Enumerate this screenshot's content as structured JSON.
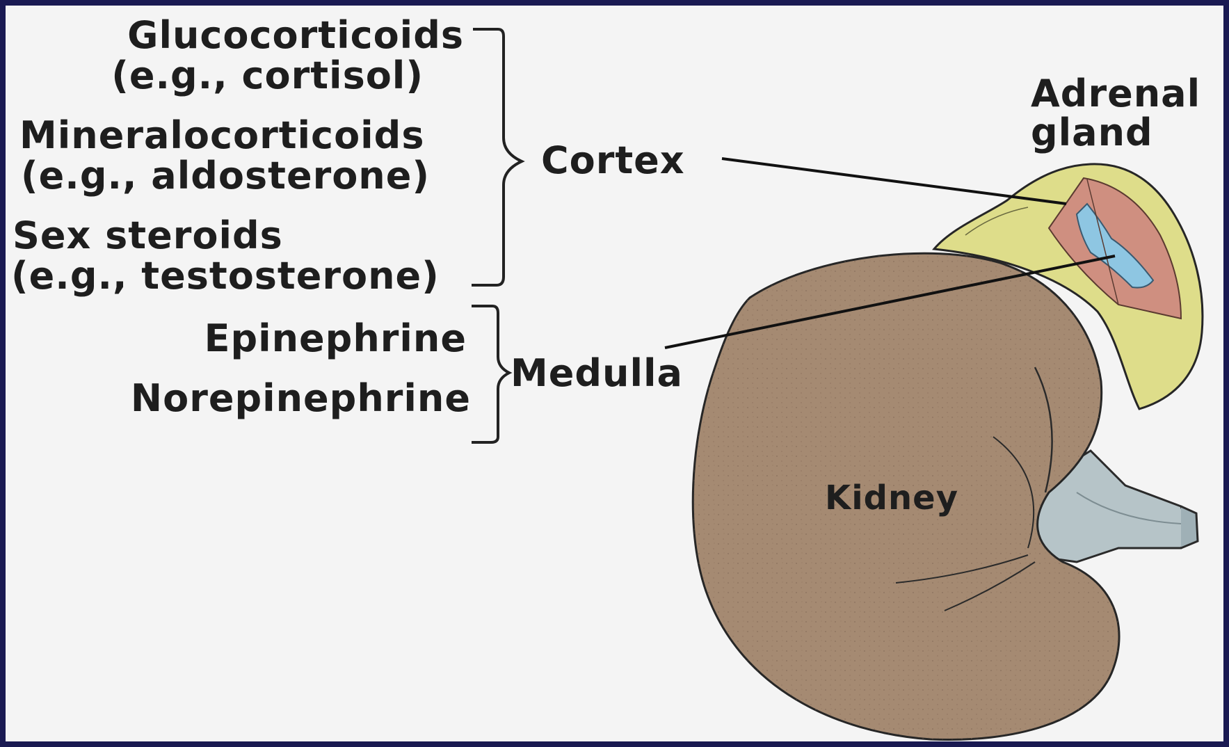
{
  "hormones": {
    "cortex_group": [
      {
        "name": "Glucocorticoids",
        "example": "(e.g., cortisol)"
      },
      {
        "name": "Mineralocorticoids",
        "example": "(e.g., aldosterone)"
      },
      {
        "name": "Sex steroids",
        "example": "(e.g., testosterone)"
      }
    ],
    "medulla_group": [
      "Epinephrine",
      "Norepinephrine"
    ]
  },
  "labels": {
    "cortex": "Cortex",
    "medulla": "Medulla",
    "adrenal_line1": "Adrenal",
    "adrenal_line2": "gland",
    "kidney": "Kidney"
  },
  "colors": {
    "frame": "#1a1a52",
    "background": "#f4f4f4",
    "kidney": "#a58a72",
    "adrenal_capsule": "#dedd8a",
    "adrenal_cortex": "#cf8f80",
    "adrenal_medulla": "#8ec6e2",
    "vessels": "#b6c4c8"
  }
}
